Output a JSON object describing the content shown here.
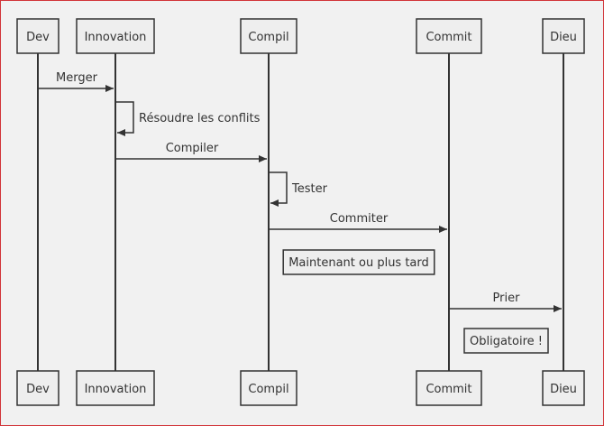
{
  "participants": [
    {
      "id": "dev",
      "label": "Dev"
    },
    {
      "id": "innovation",
      "label": "Innovation"
    },
    {
      "id": "compil",
      "label": "Compil"
    },
    {
      "id": "commit",
      "label": "Commit"
    },
    {
      "id": "dieu",
      "label": "Dieu"
    }
  ],
  "messages": [
    {
      "from": "dev",
      "to": "innovation",
      "label": "Merger"
    },
    {
      "from": "innovation",
      "to": "innovation",
      "label": "Résoudre les conflits"
    },
    {
      "from": "innovation",
      "to": "compil",
      "label": "Compiler"
    },
    {
      "from": "compil",
      "to": "compil",
      "label": "Tester"
    },
    {
      "from": "compil",
      "to": "commit",
      "label": "Commiter"
    },
    {
      "note_between": [
        "compil",
        "commit"
      ],
      "label": "Maintenant ou plus tard"
    },
    {
      "from": "commit",
      "to": "dieu",
      "label": "Prier"
    },
    {
      "note_between": [
        "commit",
        "dieu"
      ],
      "label": "Obligatoire !"
    }
  ],
  "colors": {
    "background": "#f1f1f1",
    "border": "#d13438",
    "stroke": "#333333",
    "box_fill": "#eeeeee"
  }
}
